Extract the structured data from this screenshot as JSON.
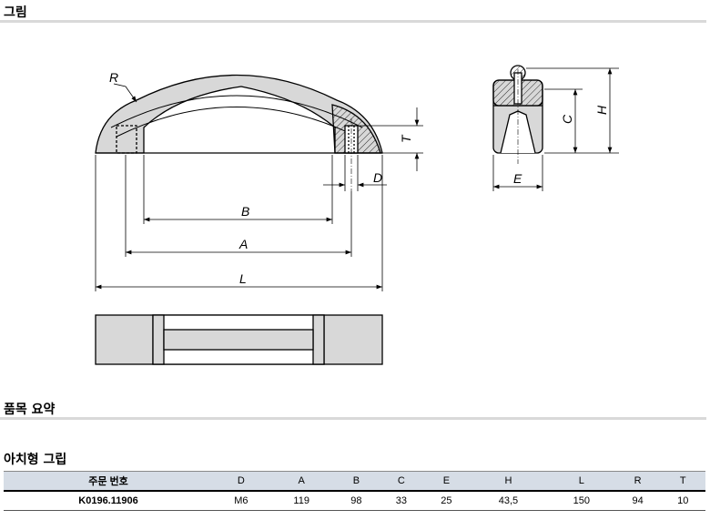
{
  "sections": {
    "figure_title": "그림",
    "summary_title": "품목 요약",
    "product_title": "아치형 그립"
  },
  "drawing_labels": {
    "R": "R",
    "B": "B",
    "A": "A",
    "L": "L",
    "T": "T",
    "D": "D",
    "C": "C",
    "H": "H",
    "E": "E"
  },
  "table": {
    "headers": [
      "주문 번호",
      "D",
      "A",
      "B",
      "C",
      "E",
      "H",
      "L",
      "R",
      "T"
    ],
    "rows": [
      [
        "K0196.11906",
        "M6",
        "119",
        "98",
        "33",
        "25",
        "43,5",
        "150",
        "94",
        "10"
      ]
    ]
  },
  "colors": {
    "section_bar": "#d9d9d9",
    "table_header_bg": "#d6dde6",
    "part_fill": "#d8d8d8"
  }
}
